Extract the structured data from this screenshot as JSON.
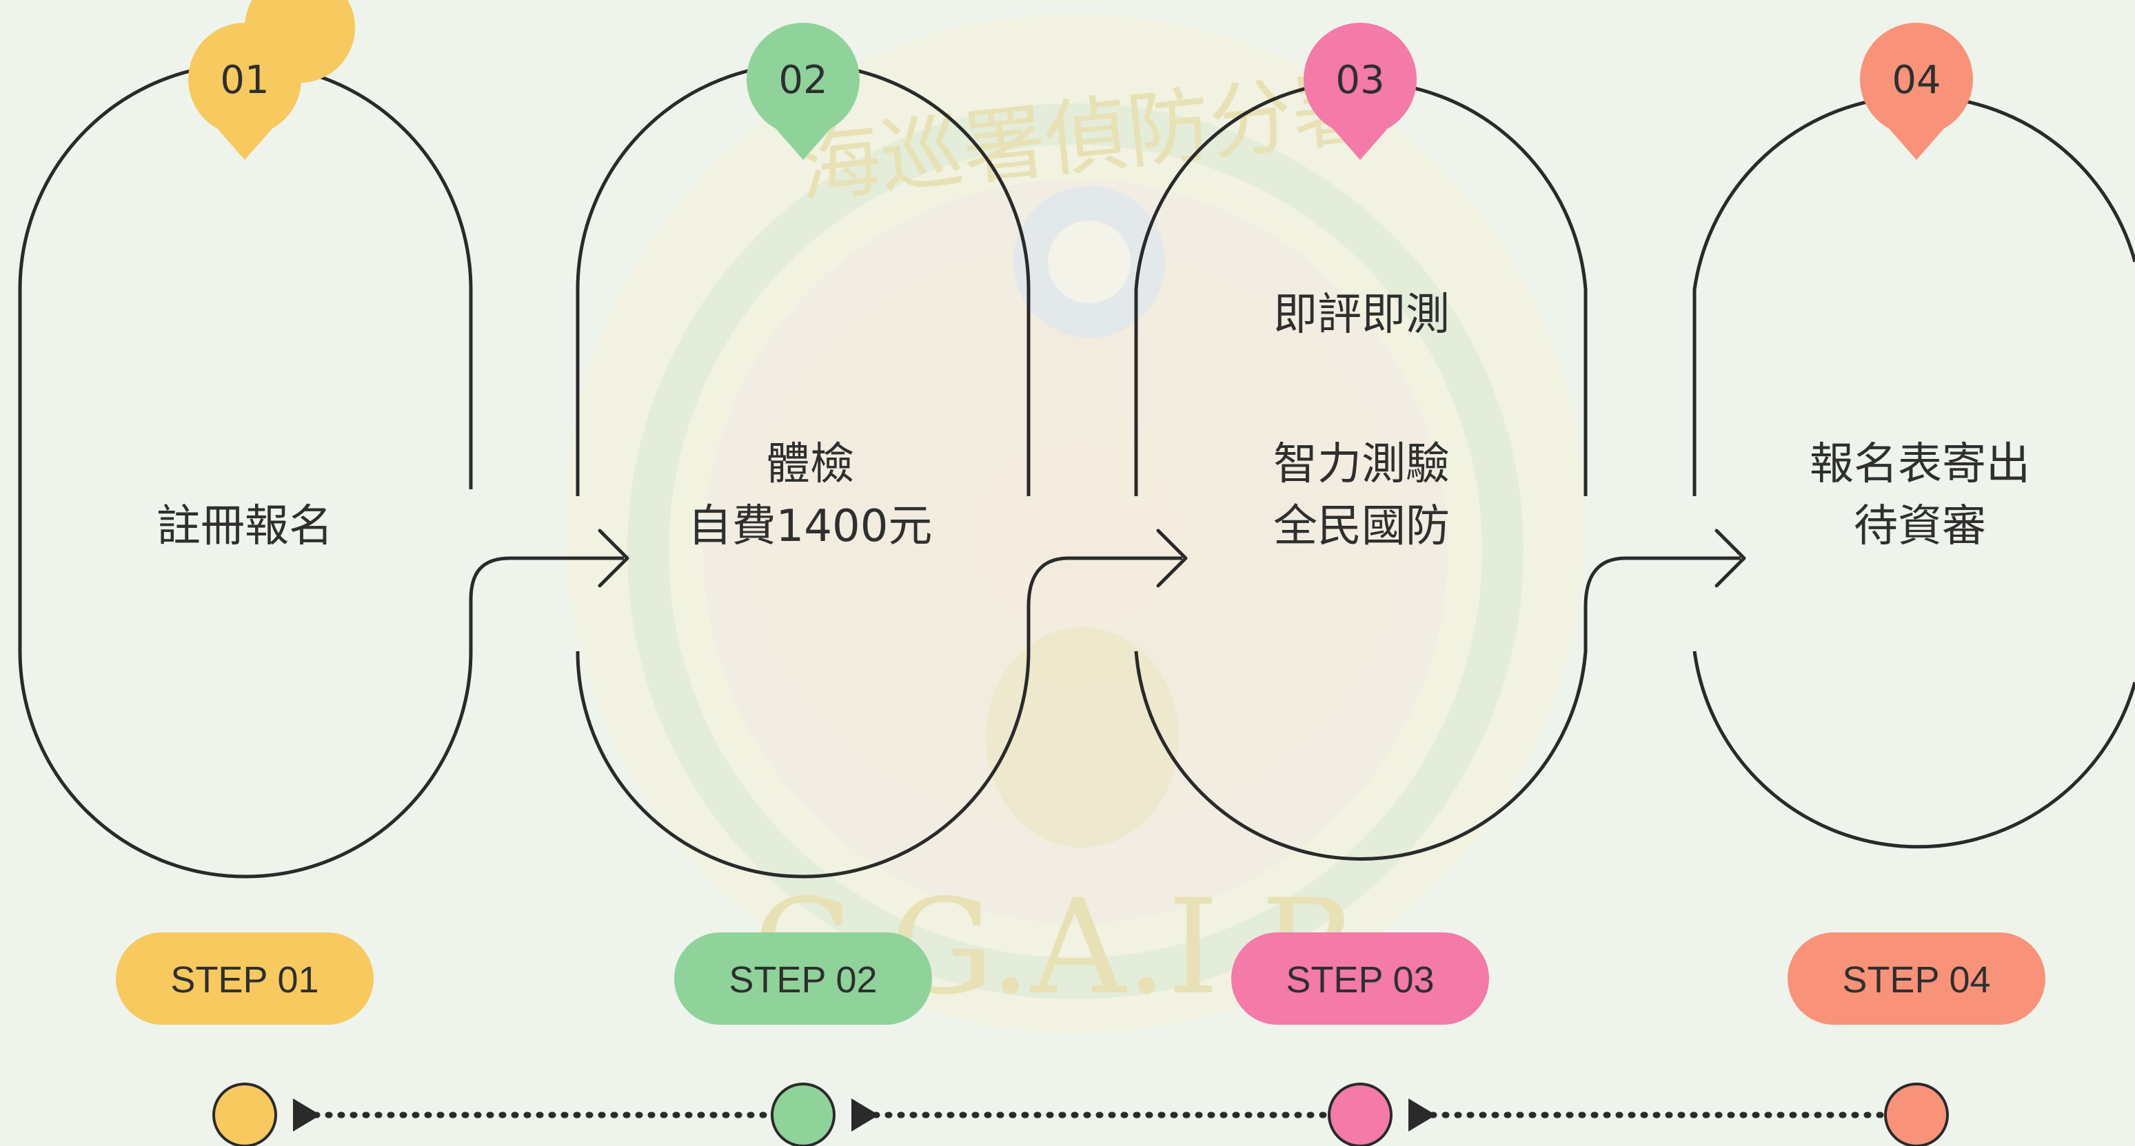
{
  "watermark": {
    "arc_text": "海巡署偵防分署",
    "acronym": "C.G.A.I.B."
  },
  "colors": {
    "line": "#2a2a2a",
    "step1": "#f7c95f",
    "step2": "#8fd39a",
    "step3": "#f47aa8",
    "step4": "#f8937a"
  },
  "steps": [
    {
      "number": "01",
      "lines": [
        "註冊報名"
      ],
      "pill": "STEP 01"
    },
    {
      "number": "02",
      "lines": [
        "體檢",
        "自費1400元"
      ],
      "pill": "STEP 02"
    },
    {
      "number": "03",
      "lines": [
        "即評即測",
        "",
        "智力測驗",
        "全民國防"
      ],
      "pill": "STEP 03"
    },
    {
      "number": "04",
      "lines": [
        "報名表寄出",
        "待資審"
      ],
      "pill": "STEP 04"
    }
  ]
}
